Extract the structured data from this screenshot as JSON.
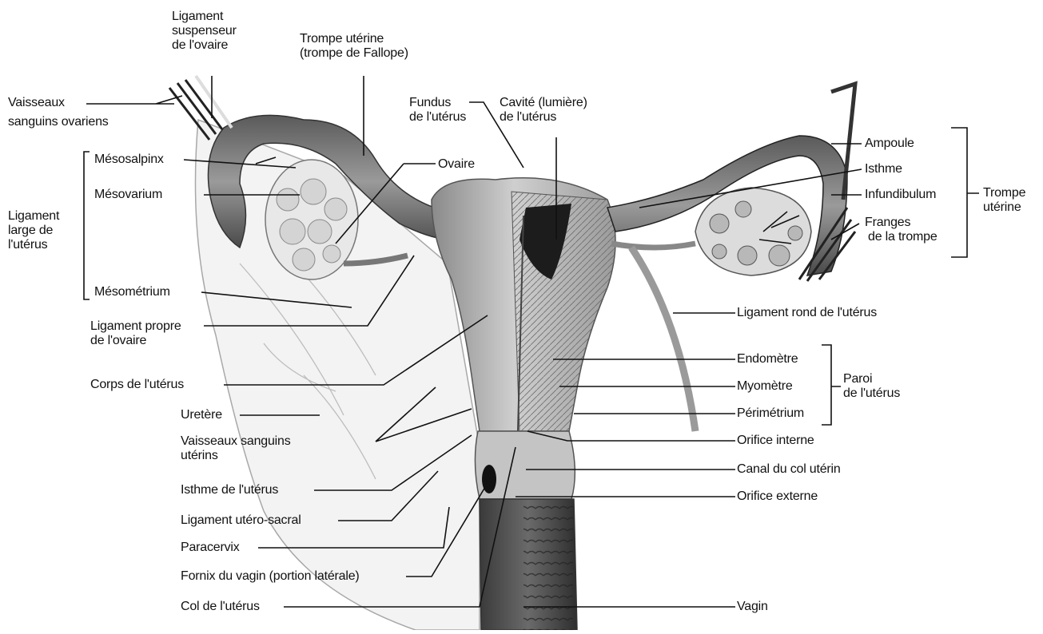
{
  "labels": {
    "ligament_suspenseur": [
      "Ligament",
      "suspenseur",
      "de l'ovaire"
    ],
    "trompe_uterine_top": [
      "Trompe utérine",
      "(trompe de Fallope)"
    ],
    "vaisseaux_ovariens": [
      "Vaisseaux",
      "sanguins ovariens"
    ],
    "fundus": [
      "Fundus",
      "de l'utérus"
    ],
    "cavite": [
      "Cavité (lumière)",
      "de l'utérus"
    ],
    "mesosalpinx": "Mésosalpinx",
    "ovaire": "Ovaire",
    "mesovarium": "Mésovarium",
    "ligament_large": [
      "Ligament",
      "large de",
      "l'utérus"
    ],
    "mesometrium": "Mésométrium",
    "ligament_propre": [
      "Ligament propre",
      "de l'ovaire"
    ],
    "corps": "Corps de l'utérus",
    "uretere": "Uretère",
    "vaisseaux_uterins": [
      "Vaisseaux sanguins",
      "utérins"
    ],
    "isthme_uterus": "Isthme de l'utérus",
    "ligament_utero_sacral": "Ligament utéro-sacral",
    "paracervix": "Paracervix",
    "fornix": "Fornix du vagin (portion latérale)",
    "col": "Col de l'utérus",
    "ampoule": "Ampoule",
    "isthme": "Isthme",
    "infundibulum": "Infundibulum",
    "franges": [
      "Franges",
      "de la trompe"
    ],
    "trompe_uterine_right": [
      "Trompe",
      "utérine"
    ],
    "ligament_rond": "Ligament rond de l'utérus",
    "endometre": "Endomètre",
    "myometre": "Myomètre",
    "perimetrium": "Périmétrium",
    "paroi": [
      "Paroi",
      "de l'utérus"
    ],
    "orifice_interne": "Orifice interne",
    "canal_col": "Canal du col utérin",
    "orifice_externe": "Orifice externe",
    "vagin": "Vagin"
  }
}
